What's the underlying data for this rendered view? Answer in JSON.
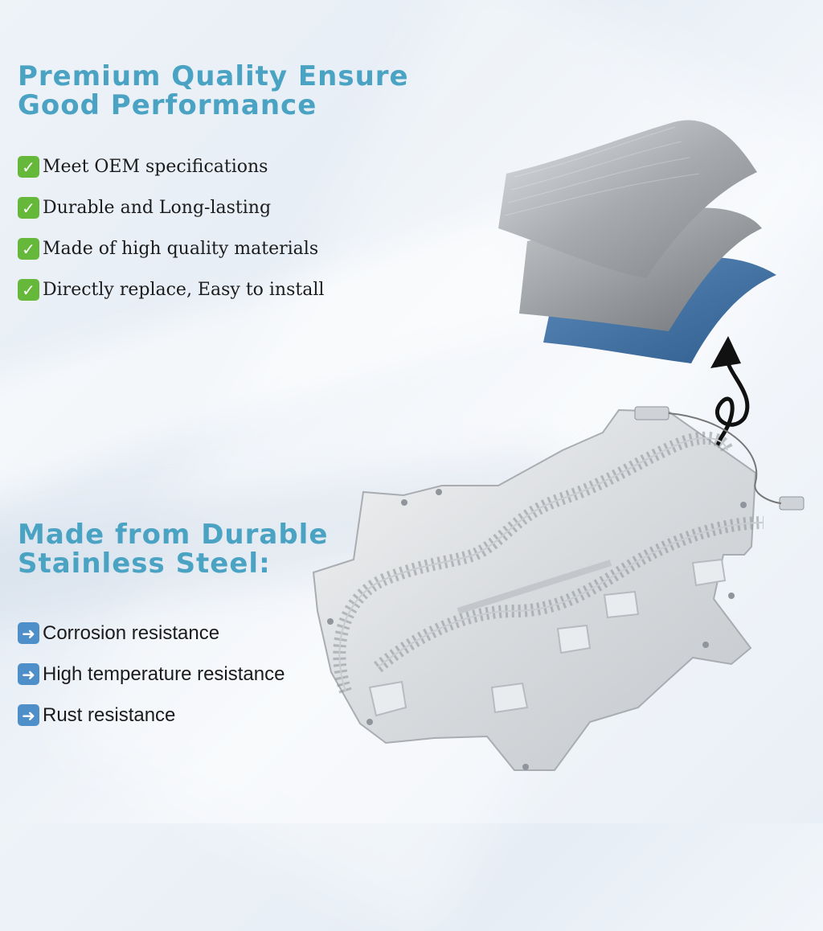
{
  "headline_top": {
    "line1": "Premium Quality Ensure",
    "line2": "Good Performance"
  },
  "features": [
    {
      "icon": "check-mark-icon",
      "text": "Meet OEM specifications"
    },
    {
      "icon": "check-mark-icon",
      "text": "Durable and Long-lasting"
    },
    {
      "icon": "check-mark-icon",
      "text": "Made of high quality materials"
    },
    {
      "icon": "check-mark-icon",
      "text": "Directly replace, Easy to install"
    }
  ],
  "headline_mid": {
    "line1": "Made from Durable",
    "line2": "Stainless Steel:"
  },
  "properties": [
    {
      "icon": "right-arrow-icon",
      "text": "Corrosion resistance"
    },
    {
      "icon": "right-arrow-icon",
      "text": "High temperature resistance"
    },
    {
      "icon": "right-arrow-icon",
      "text": "Rust resistance"
    }
  ],
  "colors": {
    "headline": "#4ba3c3",
    "check": "#66b83a",
    "arrow": "#4e8fc9",
    "layer_blue": "#3f6e9e",
    "layer_gray": "#8e9296",
    "layer_light": "#b9bdc1"
  }
}
